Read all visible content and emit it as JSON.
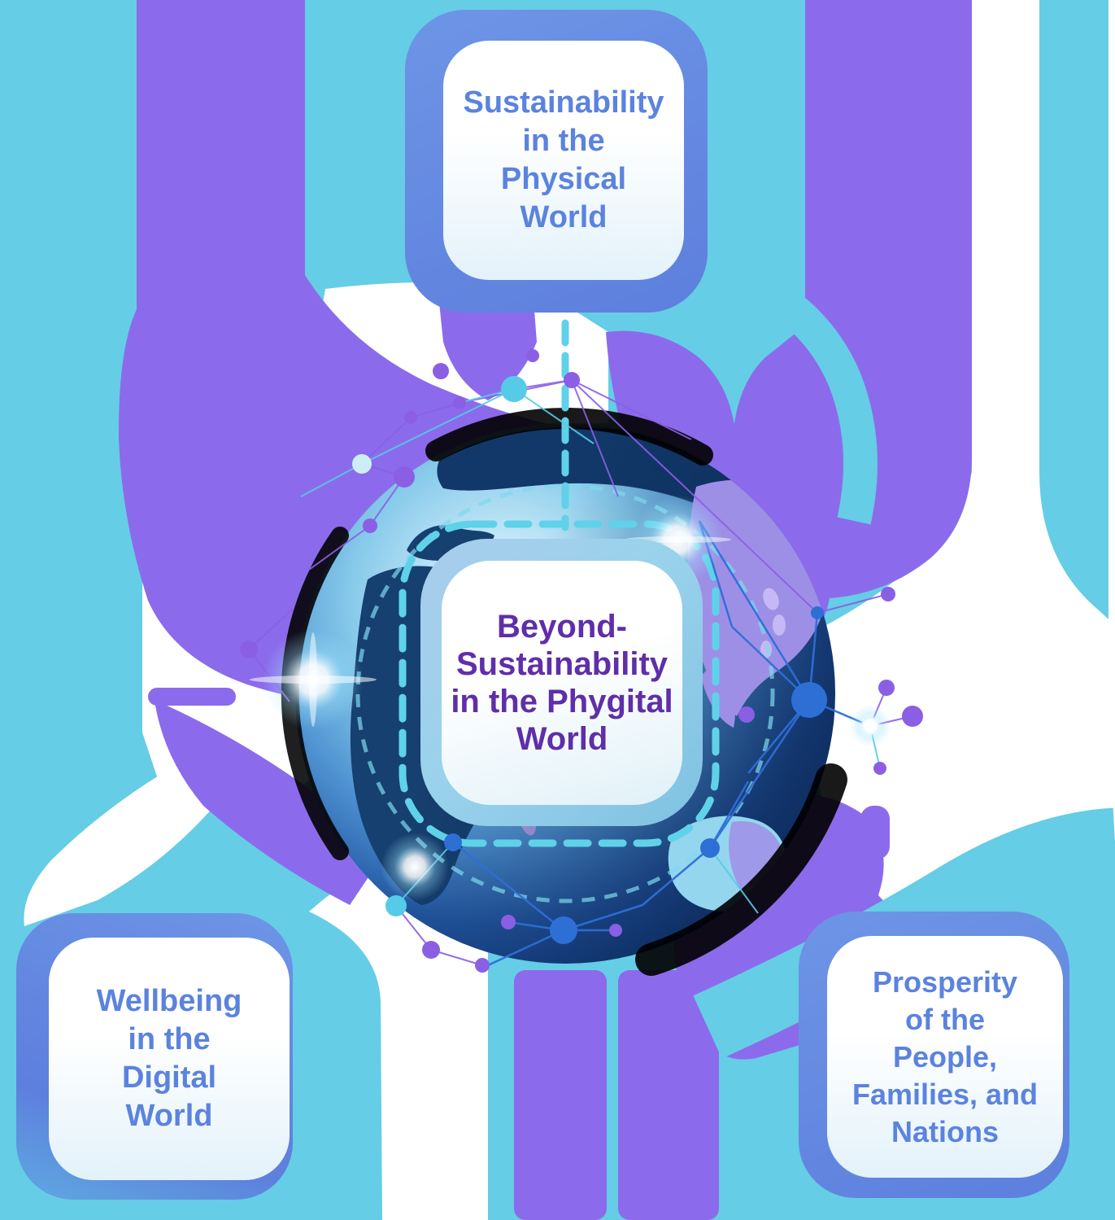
{
  "cards": {
    "top": {
      "lines": [
        "Sustainability",
        "in the",
        "Physical",
        "World"
      ],
      "text_color": "#5B83DE"
    },
    "center": {
      "lines": [
        "Beyond-",
        "Sustainability",
        "in the Phygital",
        "World"
      ],
      "text_color": "#5F2EA8"
    },
    "bottom_left": {
      "lines": [
        "Wellbeing",
        "in the",
        "Digital",
        "World"
      ],
      "text_color": "#5B83DE"
    },
    "bottom_right": {
      "lines": [
        "Prosperity",
        "of the",
        "People,",
        "Families, and",
        "Nations"
      ],
      "text_color": "#5B83DE"
    }
  },
  "colors": {
    "background_cyan": "#65CDE5",
    "accent_purple": "#8B6BEB",
    "card_shadow_periwinkle": "#6287E2",
    "dashed_connector": "#5FD2EA",
    "globe_ocean_dark": "#0E3270",
    "globe_land_dark": "#16406F",
    "globe_land_light": "#9E8FE6"
  },
  "icons": {
    "globe": "globe-network-illustration"
  }
}
